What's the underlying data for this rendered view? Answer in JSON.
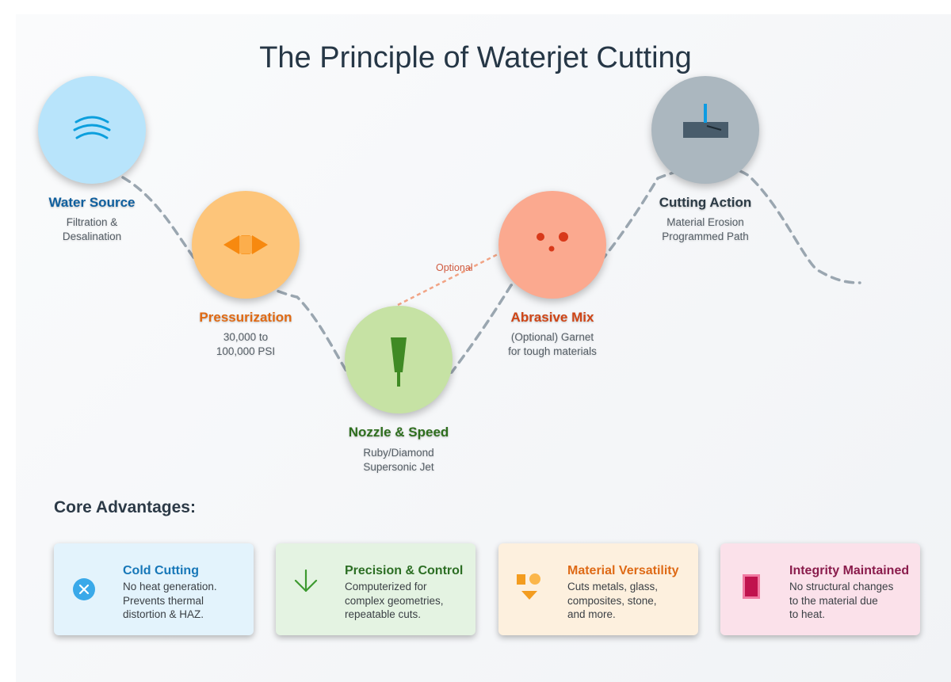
{
  "title": "The Principle of Waterjet Cutting",
  "colors": {
    "path": "#9aa6b0",
    "optional_path": "#f1a485",
    "water": "#b8e4fb",
    "pressure": "#fdc57a",
    "nozzle": "#c6e2a4",
    "abrasive": "#fba98f",
    "cutting": "#abb7bf"
  },
  "stages": [
    {
      "title": "Water Source",
      "desc1": "Filtration &",
      "desc2": "Desalination",
      "icon": "water-waves-icon",
      "title_color": "#0f5f9e"
    },
    {
      "title": "Pressurization",
      "desc1": "30,000 to",
      "desc2": "100,000 PSI",
      "icon": "pressure-arrows-icon",
      "title_color": "#e06a14"
    },
    {
      "title": "Nozzle & Speed",
      "desc1": "Ruby/Diamond",
      "desc2": "Supersonic Jet",
      "icon": "nozzle-icon",
      "title_color": "#2e6e1e"
    },
    {
      "title": "Abrasive Mix",
      "desc1": "(Optional) Garnet",
      "desc2": "for tough materials",
      "icon": "abrasive-particles-icon",
      "title_color": "#cf4516"
    },
    {
      "title": "Cutting Action",
      "desc1": "Material Erosion",
      "desc2": "Programmed Path",
      "icon": "cutting-block-icon",
      "title_color": "#2b3a45"
    }
  ],
  "optional_label": "Optional",
  "advantages_heading": "Core Advantages:",
  "advantages": [
    {
      "title": "Cold Cutting",
      "lines": [
        "No heat generation.",
        "Prevents thermal",
        "distortion & HAZ."
      ],
      "icon": "no-heat-icon",
      "bg": "#e3f3fc",
      "title_color": "#1777b8"
    },
    {
      "title": "Precision & Control",
      "lines": [
        "Computerized for",
        "complex geometries,",
        "repeatable cuts."
      ],
      "icon": "arrow-down-icon",
      "bg": "#e4f3e2",
      "title_color": "#2c6e24"
    },
    {
      "title": "Material Versatility",
      "lines": [
        "Cuts metals, glass,",
        "composites, stone,",
        "and more."
      ],
      "icon": "shapes-icon",
      "bg": "#fdf0de",
      "title_color": "#de6a16"
    },
    {
      "title": "Integrity Maintained",
      "lines": [
        "No structural changes",
        "to the material due",
        "to heat."
      ],
      "icon": "material-block-icon",
      "bg": "#fbe1ea",
      "title_color": "#8a1c4c"
    }
  ]
}
